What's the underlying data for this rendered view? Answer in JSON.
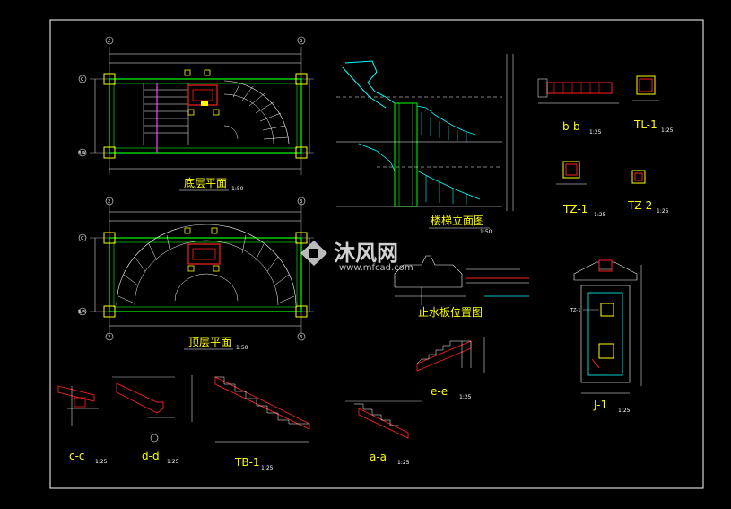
{
  "drawing": {
    "frame_color": "#ffffff",
    "line_colors": {
      "green": "#00ff00",
      "yellow": "#ffff00",
      "cyan": "#00ffff",
      "red": "#ff2020",
      "magenta": "#ff40ff",
      "white": "#ffffff",
      "grey": "#b0b0b0"
    }
  },
  "plans": {
    "ground": {
      "title": "底层平面",
      "scale": "1:50"
    },
    "top": {
      "title": "顶层平面",
      "scale": "1:50"
    },
    "axes": {
      "a2": "2",
      "a3": "3",
      "aC": "C",
      "aB": "B/A"
    }
  },
  "elevation": {
    "title": "楼梯立面图",
    "scale": "1:50"
  },
  "water_stop": {
    "title": "止水板位置图"
  },
  "sections": {
    "bb": {
      "label": "b-b",
      "scale": "1:25"
    },
    "tl1": {
      "label": "TL-1",
      "scale": "1:25"
    },
    "tz1": {
      "label": "TZ-1",
      "scale": "1:25"
    },
    "tz2": {
      "label": "TZ-2",
      "scale": "1:25"
    },
    "ee": {
      "label": "e-e",
      "scale": "1:25"
    },
    "j1": {
      "label": "J-1",
      "scale": "1:25"
    },
    "cc": {
      "label": "c-c",
      "scale": "1:25"
    },
    "dd": {
      "label": "d-d",
      "scale": "1:25"
    },
    "tb1": {
      "label": "TB-1",
      "scale": "1:25"
    },
    "aa": {
      "label": "a-a",
      "scale": "1:25"
    }
  },
  "j1_note": "TZ-1",
  "watermark": {
    "brand": "沐风网",
    "url": "www.mfcad.com"
  }
}
